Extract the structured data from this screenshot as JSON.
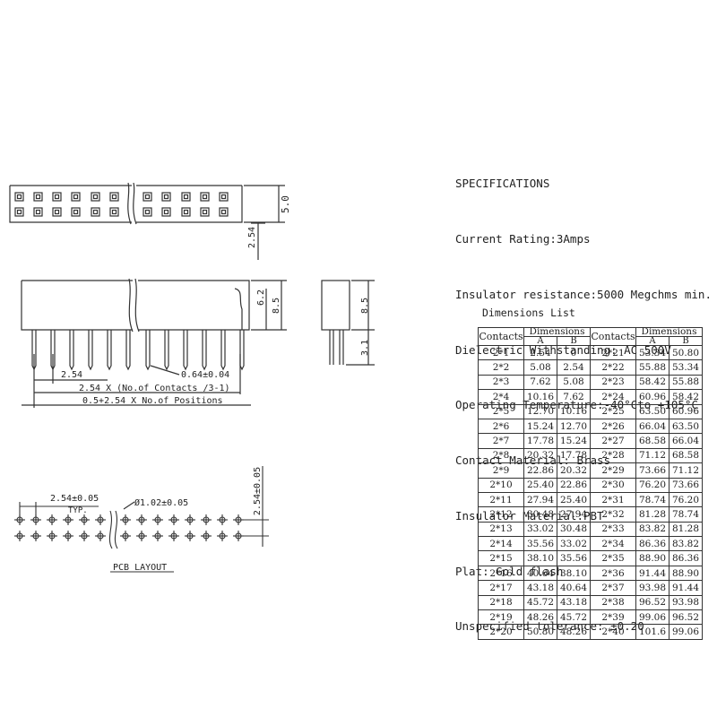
{
  "specifications": {
    "title": "SPECIFICATIONS",
    "lines": [
      "Current Rating:3Amps",
      "Insulator resistance:5000 Megchms min.",
      "Dielectric Withstanding: AC 500V",
      "Operating Temperature:-40°Cto +105°C",
      "Contact Material: Brass",
      "Insulator Material:PBT",
      "Plat: Gold flash",
      "Unspecified tolerance: ±0.20"
    ]
  },
  "dimensions_list": {
    "title": "Dimensions List",
    "header_contacts": "Contacts",
    "header_dimensions": "Dimensions",
    "header_a": "A",
    "header_b": "B",
    "left_rows": [
      [
        "2*1",
        "2.54",
        "0"
      ],
      [
        "2*2",
        "5.08",
        "2.54"
      ],
      [
        "2*3",
        "7.62",
        "5.08"
      ],
      [
        "2*4",
        "10.16",
        "7.62"
      ],
      [
        "2*5",
        "12.70",
        "10.16"
      ],
      [
        "2*6",
        "15.24",
        "12.70"
      ],
      [
        "2*7",
        "17.78",
        "15.24"
      ],
      [
        "2*8",
        "20.32",
        "17.78"
      ],
      [
        "2*9",
        "22.86",
        "20.32"
      ],
      [
        "2*10",
        "25.40",
        "22.86"
      ],
      [
        "2*11",
        "27.94",
        "25.40"
      ],
      [
        "2*12",
        "30.48",
        "27.94"
      ],
      [
        "2*13",
        "33.02",
        "30.48"
      ],
      [
        "2*14",
        "35.56",
        "33.02"
      ],
      [
        "2*15",
        "38.10",
        "35.56"
      ],
      [
        "2*16",
        "40.64",
        "38.10"
      ],
      [
        "2*17",
        "43.18",
        "40.64"
      ],
      [
        "2*18",
        "45.72",
        "43.18"
      ],
      [
        "2*19",
        "48.26",
        "45.72"
      ],
      [
        "2*20",
        "50.80",
        "48.26"
      ]
    ],
    "right_rows": [
      [
        "2*21",
        "53.34",
        "50.80"
      ],
      [
        "2*22",
        "55.88",
        "53.34"
      ],
      [
        "2*23",
        "58.42",
        "55.88"
      ],
      [
        "2*24",
        "60.96",
        "58.42"
      ],
      [
        "2*25",
        "63.50",
        "60.96"
      ],
      [
        "2*26",
        "66.04",
        "63.50"
      ],
      [
        "2*27",
        "68.58",
        "66.04"
      ],
      [
        "2*28",
        "71.12",
        "68.58"
      ],
      [
        "2*29",
        "73.66",
        "71.12"
      ],
      [
        "2*30",
        "76.20",
        "73.66"
      ],
      [
        "2*31",
        "78.74",
        "76.20"
      ],
      [
        "2*32",
        "81.28",
        "78.74"
      ],
      [
        "2*33",
        "83.82",
        "81.28"
      ],
      [
        "2*34",
        "86.36",
        "83.82"
      ],
      [
        "2*35",
        "88.90",
        "86.36"
      ],
      [
        "2*36",
        "91.44",
        "88.90"
      ],
      [
        "2*37",
        "93.98",
        "91.44"
      ],
      [
        "2*38",
        "96.52",
        "93.98"
      ],
      [
        "2*39",
        "99.06",
        "96.52"
      ],
      [
        "2*40",
        "101.6",
        "99.06"
      ]
    ]
  },
  "drawing_labels": {
    "top_height": "5.0",
    "top_pitch": "2.54",
    "side_body_small": "6.2",
    "side_body": "8.5",
    "end_body": "8.5",
    "end_pin": "3.1",
    "pitch_dim": "2.54",
    "pin_size": "0.64±0.04",
    "dim_a": "2.54 X (No.of Contacts /3-1)",
    "dim_b": "0.5+2.54 X No.of Positions",
    "pcb_pitch": "2.54±0.05",
    "pcb_typ": "TYP.",
    "pcb_hole": "Ø1.02±0.05",
    "pcb_row_pitch": "2.54±0.05",
    "pcb_title": "PCB LAYOUT"
  }
}
